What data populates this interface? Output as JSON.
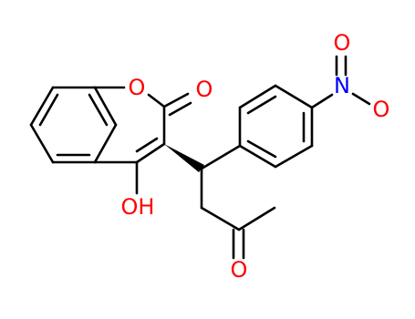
{
  "structure": {
    "atom_labels": {
      "ring_oxygen": "O",
      "carbonyl_oxygen_lactone": "O",
      "hydroxyl": "OH",
      "ketone_oxygen": "O",
      "nitro_nitrogen": "N",
      "nitro_oxygen_top": "O",
      "nitro_oxygen_right": "O"
    },
    "colors": {
      "bond": "#000000",
      "oxygen": "#ff0000",
      "nitrogen": "#0000ff"
    }
  }
}
